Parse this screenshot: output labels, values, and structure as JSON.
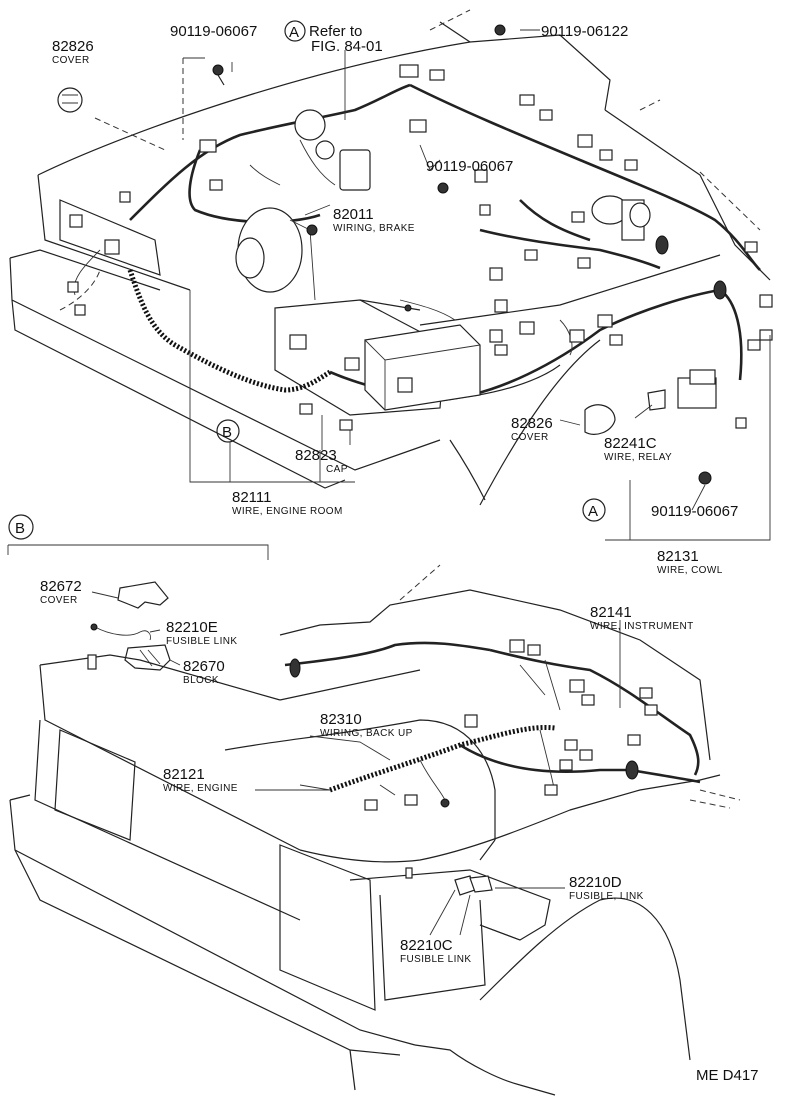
{
  "callouts": {
    "c82826a": {
      "number": "82826",
      "name": "COVER"
    },
    "c90119a": {
      "number": "90119-06067"
    },
    "refA": {
      "letter": "A",
      "line1": "Refer to",
      "line2": "FIG. 84-01"
    },
    "c90119b": {
      "number": "90119-06122"
    },
    "c90119c": {
      "number": "90119-06067"
    },
    "c82011": {
      "number": "82011",
      "name": "WIRING, BRAKE"
    },
    "c82826b": {
      "number": "82826",
      "name": "COVER"
    },
    "c82241c": {
      "number": "82241C",
      "name": "WIRE, RELAY"
    },
    "c90119d": {
      "number": "90119-06067"
    },
    "c82823": {
      "number": "82823",
      "name": "CAP"
    },
    "c82111": {
      "number": "82111",
      "name": "WIRE, ENGINE ROOM"
    },
    "c82131": {
      "number": "82131",
      "name": "WIRE, COWL"
    },
    "c82672": {
      "number": "82672",
      "name": "COVER"
    },
    "c82210e": {
      "number": "82210E",
      "name": "FUSIBLE LINK"
    },
    "c82670": {
      "number": "82670",
      "name": "BLOCK"
    },
    "c82141": {
      "number": "82141",
      "name": "WIRE, INSTRUMENT"
    },
    "c82310": {
      "number": "82310",
      "name": "WIRING, BACK UP"
    },
    "c82121": {
      "number": "82121",
      "name": "WIRE, ENGINE"
    },
    "c82210d": {
      "number": "82210D",
      "name": "FUSIBLE, LINK"
    },
    "c82210c": {
      "number": "82210C",
      "name": "FUSIBLE LINK"
    }
  },
  "markers": {
    "B_main": "B",
    "A_main": "A",
    "B_inset": "B"
  },
  "footer": {
    "code": "ME  D417"
  }
}
